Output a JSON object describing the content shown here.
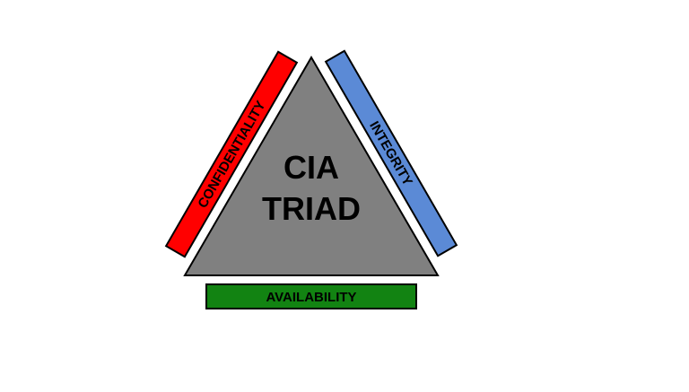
{
  "diagram": {
    "center": {
      "line1": "CIA",
      "line2": "TRIAD"
    },
    "bars": {
      "confidentiality": {
        "label": "CONFIDENTIALITY",
        "color": "#ff0000"
      },
      "integrity": {
        "label": "INTEGRITY",
        "color": "#5b8ad6"
      },
      "availability": {
        "label": "AVAILABILITY",
        "color": "#128312"
      }
    },
    "triangle_color": "#808080",
    "outline_color": "#000000"
  }
}
